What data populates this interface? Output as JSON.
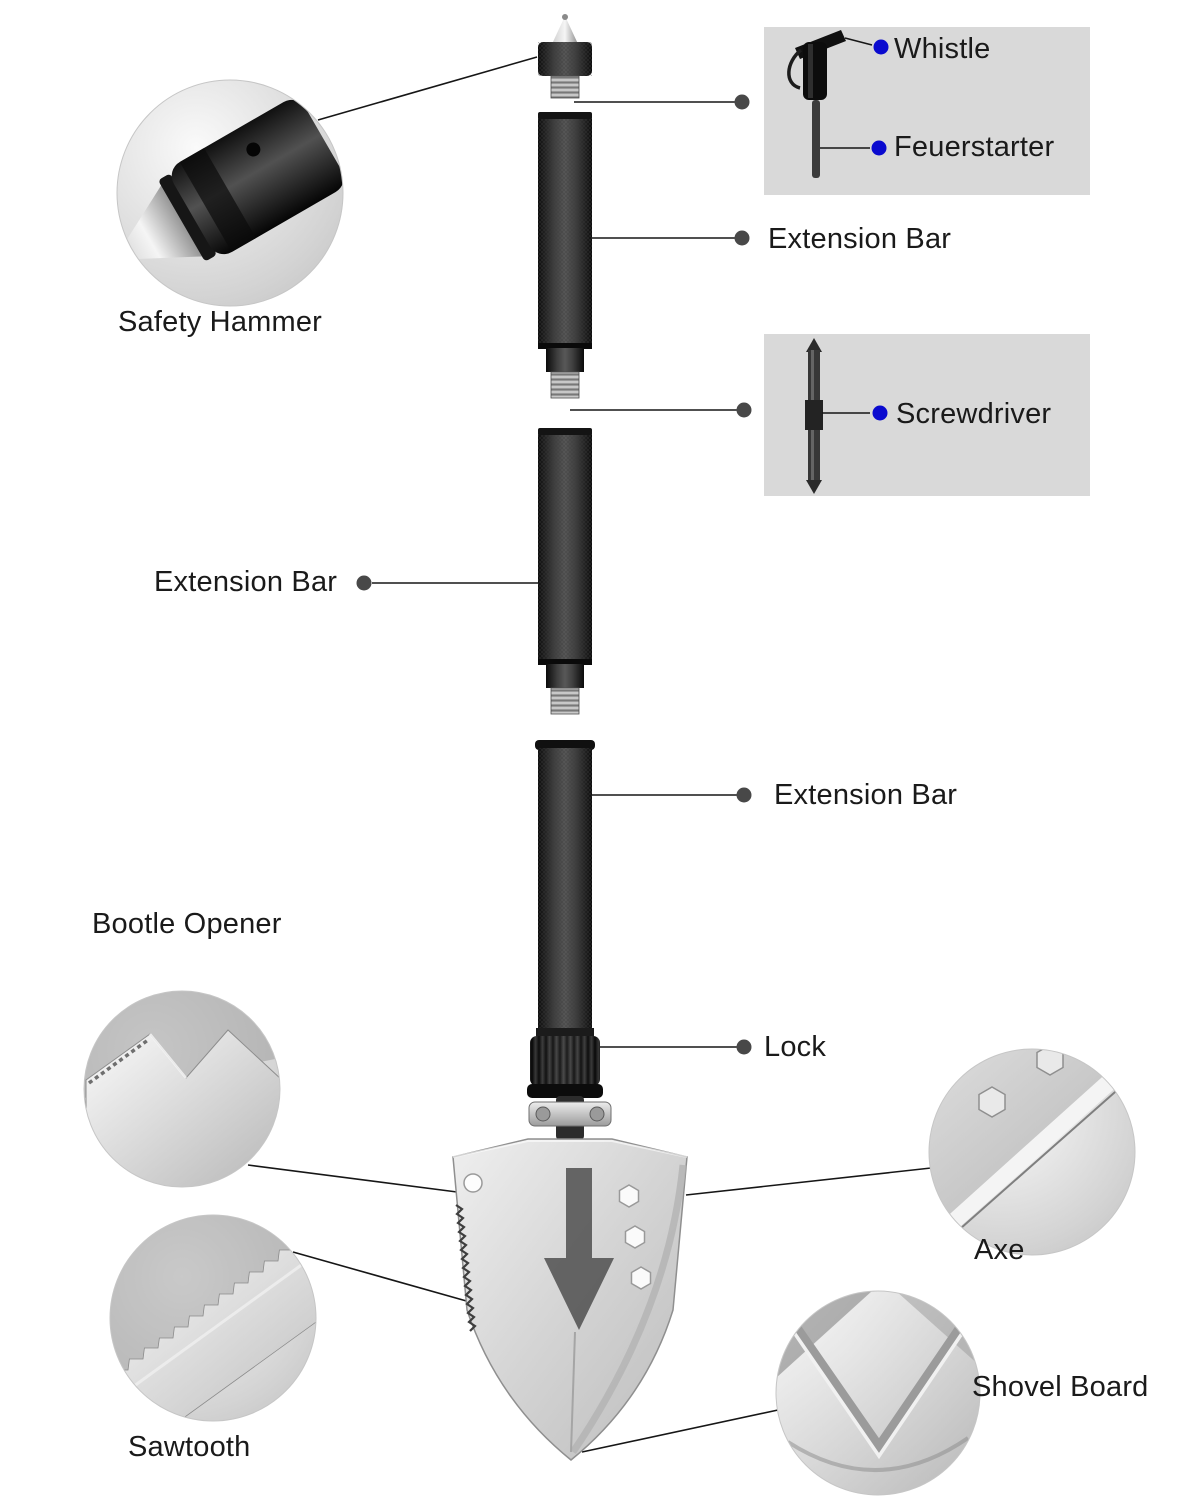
{
  "callouts": {
    "whistle": {
      "label": "Whistle"
    },
    "feuerstarter": {
      "label": "Feuerstarter"
    },
    "extension_bar_top": {
      "label": "Extension Bar"
    },
    "screwdriver": {
      "label": "Screwdriver"
    },
    "extension_bar_middle": {
      "label": "Extension Bar"
    },
    "extension_bar_bottom": {
      "label": "Extension Bar"
    },
    "lock": {
      "label": "Lock"
    },
    "safety_hammer": {
      "label": "Safety Hammer"
    },
    "bootle_opener": {
      "label": "Bootle Opener"
    },
    "sawtooth": {
      "label": "Sawtooth"
    },
    "axe": {
      "label": "Axe"
    },
    "shovel_board": {
      "label": "Shovel Board"
    }
  },
  "colors": {
    "background": "#ffffff",
    "inset_panel_bg": "#d9d9d9",
    "callout_dot_blue": "#0a0acf",
    "callout_dot_gray": "#484848",
    "leader_line": "#161616",
    "label_text": "#1a1a1a"
  }
}
